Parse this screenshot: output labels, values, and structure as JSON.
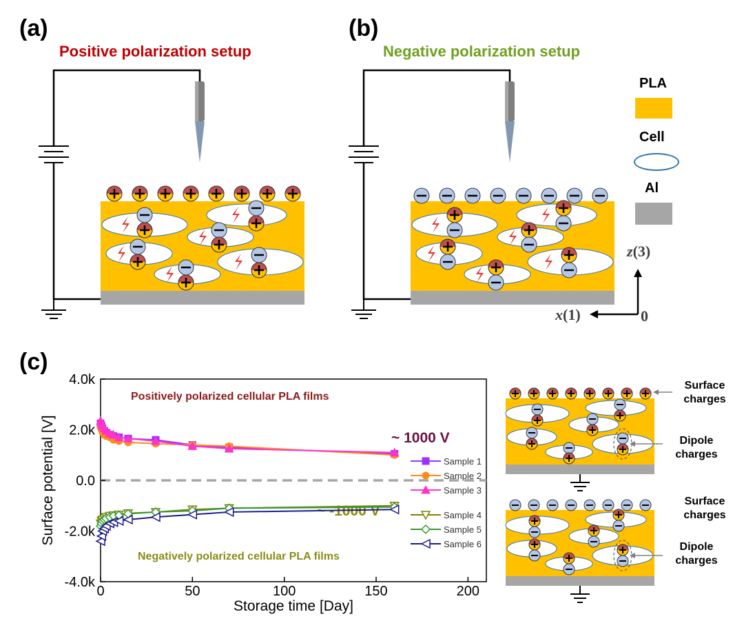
{
  "panels": {
    "a": {
      "letter": "(a)",
      "title": "Positive polarization setup",
      "title_color": "#c00000"
    },
    "b": {
      "letter": "(b)",
      "title": "Negative polarization setup",
      "title_color": "#70a020"
    },
    "c": {
      "letter": "(c)"
    }
  },
  "legend": {
    "pla_label": "PLA",
    "cell_label": "Cell",
    "al_label": "Al",
    "pla_color": "#ffc000",
    "cell_color": "#2e75b6",
    "al_color": "#a6a6a6"
  },
  "axes_triad": {
    "z_label": "z",
    "z_num": "(3)",
    "x_label": "x",
    "x_num": "(1)",
    "origin": "0"
  },
  "side_diagram": {
    "surface_label_1": "Surface",
    "surface_label_2": "charges",
    "dipole_label_1": "Dipole",
    "dipole_label_2": "charges"
  },
  "chart_data": {
    "type": "line",
    "xlabel": "Storage time [Day]",
    "ylabel": "Surface potential [V]",
    "xlim": [
      0,
      210
    ],
    "ylim": [
      -4000,
      4000
    ],
    "x_ticks": [
      0,
      50,
      100,
      150,
      200
    ],
    "x_tick_labels": [
      "0",
      "50",
      "100",
      "150",
      "200"
    ],
    "y_ticks": [
      4000,
      2000,
      0,
      -2000,
      -4000
    ],
    "y_tick_labels": [
      "4.0k",
      "2.0k",
      "0.0",
      "-2.0k",
      "-4.0k"
    ],
    "legend_position": "right",
    "annotations": [
      {
        "text": "Positively polarized cellular PLA films",
        "color": "#8b1a1a"
      },
      {
        "text": "~ 1000 V",
        "color": "#6b1040"
      },
      {
        "text": "~ -1000 V",
        "color": "#8b8b00"
      },
      {
        "text": "Negatively polarized cellular PLA films",
        "color": "#8b8b1a"
      }
    ],
    "reference_line": {
      "y": 0,
      "style": "dashed",
      "color": "#a6a6a6"
    },
    "series": [
      {
        "name": "Sample 1",
        "color": "#9933ff",
        "marker": "square-filled",
        "x": [
          0,
          0.5,
          1,
          2,
          3,
          5,
          7,
          10,
          15,
          30,
          50,
          70,
          160
        ],
        "y": [
          2250,
          2150,
          2050,
          1950,
          1880,
          1800,
          1750,
          1700,
          1650,
          1600,
          1400,
          1300,
          1050
        ]
      },
      {
        "name": "Sample 2",
        "color": "#ff8c1a",
        "marker": "circle-filled",
        "x": [
          0,
          0.5,
          1,
          2,
          3,
          5,
          7,
          10,
          15,
          30,
          50,
          70,
          160
        ],
        "y": [
          2100,
          2000,
          1900,
          1800,
          1750,
          1700,
          1600,
          1550,
          1500,
          1450,
          1400,
          1350,
          1000
        ]
      },
      {
        "name": "Sample 3",
        "color": "#ff33cc",
        "marker": "triangle-up-filled",
        "x": [
          0,
          0.5,
          1,
          2,
          3,
          5,
          7,
          10,
          15,
          30,
          50,
          70,
          160
        ],
        "y": [
          2350,
          2250,
          2150,
          2050,
          1950,
          1850,
          1800,
          1700,
          1650,
          1550,
          1350,
          1250,
          1100
        ]
      },
      {
        "name": "Sample 4",
        "color": "#808000",
        "marker": "triangle-down-open",
        "x": [
          0,
          0.5,
          1,
          2,
          3,
          5,
          7,
          10,
          15,
          30,
          50,
          70,
          160
        ],
        "y": [
          -1700,
          -1600,
          -1550,
          -1500,
          -1450,
          -1400,
          -1380,
          -1350,
          -1300,
          -1250,
          -1150,
          -1100,
          -1000
        ]
      },
      {
        "name": "Sample 5",
        "color": "#339933",
        "marker": "diamond-open",
        "x": [
          0,
          0.5,
          1,
          2,
          3,
          5,
          7,
          10,
          15,
          30,
          50,
          70,
          160
        ],
        "y": [
          -1800,
          -1700,
          -1600,
          -1550,
          -1500,
          -1450,
          -1400,
          -1380,
          -1320,
          -1250,
          -1200,
          -1100,
          -1050
        ]
      },
      {
        "name": "Sample 6",
        "color": "#1a1a8c",
        "marker": "triangle-left-open",
        "x": [
          0,
          0.5,
          1,
          2,
          3,
          5,
          7,
          10,
          15,
          30,
          50,
          70,
          160
        ],
        "y": [
          -2400,
          -2200,
          -2000,
          -1900,
          -1800,
          -1700,
          -1650,
          -1600,
          -1550,
          -1450,
          -1350,
          -1250,
          -1150
        ]
      }
    ]
  }
}
